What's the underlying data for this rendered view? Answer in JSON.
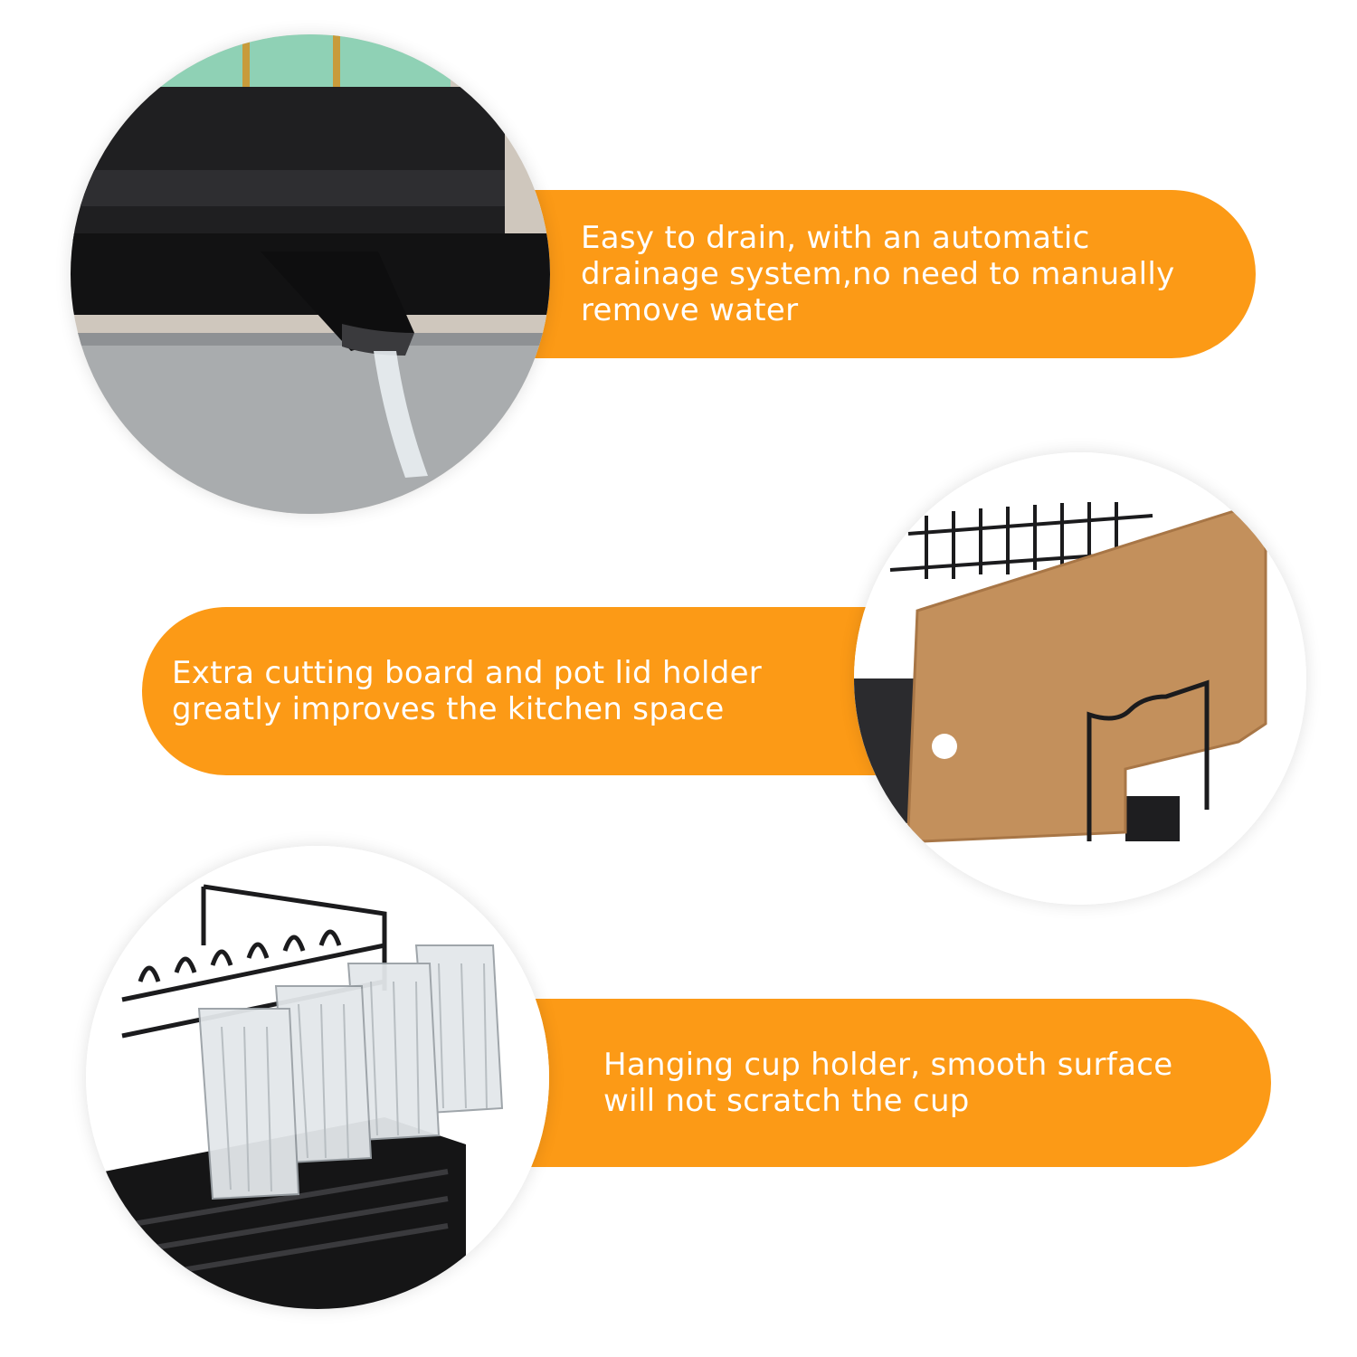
{
  "colors": {
    "accent": "#fc9a16",
    "banner_text": "#ffffff",
    "background": "#ffffff"
  },
  "features": [
    {
      "text": "Easy to drain, with an automatic\ndrainage system,no need to manually\nremove water",
      "image": "drain-spout-photo"
    },
    {
      "text": "Extra cutting board and pot lid holder\ngreatly improves the kitchen space",
      "image": "cutting-board-holder-photo"
    },
    {
      "text": "Hanging cup holder, smooth surface\nwill not scratch the cup",
      "image": "hanging-cup-holder-photo"
    }
  ]
}
